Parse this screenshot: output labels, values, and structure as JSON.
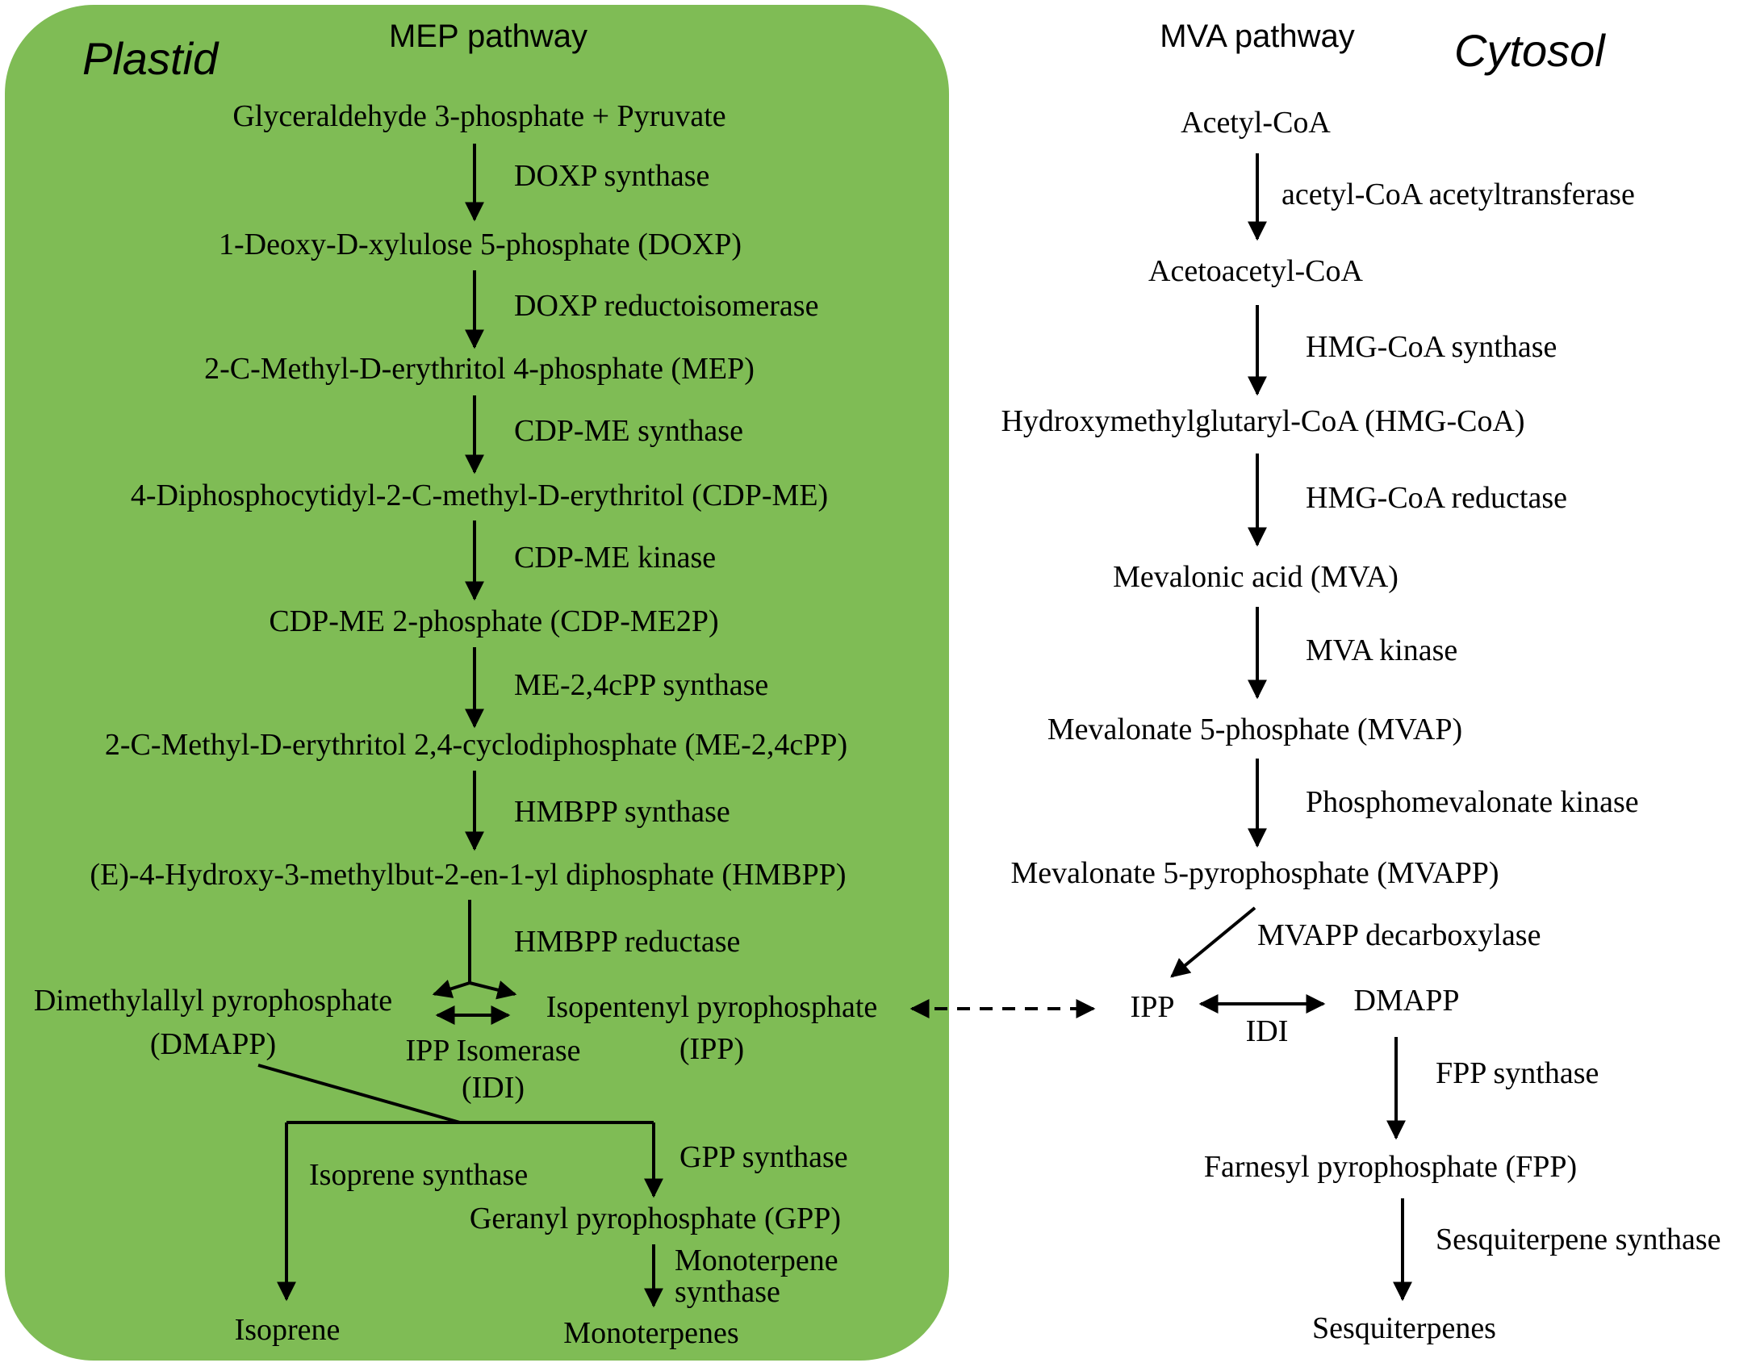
{
  "colors": {
    "plastid_fill": "#7fbc55",
    "ink": "#000000"
  },
  "compartments": {
    "plastid": "Plastid",
    "cytosol": "Cytosol"
  },
  "pathways": {
    "mep": "MEP pathway",
    "mva": "MVA pathway"
  },
  "mep": {
    "g3p_pyruvate": "Glyceraldehyde 3-phosphate + Pyruvate",
    "doxp_synthase": "DOXP synthase",
    "doxp": "1-Deoxy-D-xylulose 5-phosphate (DOXP)",
    "doxp_reductoisomerase": "DOXP reductoisomerase",
    "mep": "2-C-Methyl-D-erythritol 4-phosphate (MEP)",
    "cdpme_synthase": "CDP-ME synthase",
    "cdpme": "4-Diphosphocytidyl-2-C-methyl-D-erythritol (CDP-ME)",
    "cdpme_kinase": "CDP-ME kinase",
    "cdpme2p": "CDP-ME 2-phosphate (CDP-ME2P)",
    "mecpp_synthase": "ME-2,4cPP synthase",
    "mecpp": "2-C-Methyl-D-erythritol 2,4-cyclodiphosphate (ME-2,4cPP)",
    "hmbpp_synthase": "HMBPP synthase",
    "hmbpp": "(E)-4-Hydroxy-3-methylbut-2-en-1-yl diphosphate (HMBPP)",
    "hmbpp_reductase": "HMBPP reductase",
    "dmapp_name": "Dimethylallyl pyrophosphate",
    "dmapp_abbr": "(DMAPP)",
    "ipp_name": "Isopentenyl pyrophosphate",
    "ipp_abbr": "(IPP)",
    "idi_name": "IPP Isomerase",
    "idi_abbr": "(IDI)",
    "isoprene_synthase": "Isoprene synthase",
    "gpp_synthase": "GPP synthase",
    "gpp": "Geranyl pyrophosphate (GPP)",
    "monoterpene_synthase_1": "Monoterpene",
    "monoterpene_synthase_2": "synthase",
    "isoprene": "Isoprene",
    "monoterpenes": "Monoterpenes"
  },
  "mva": {
    "acetyl_coa": "Acetyl-CoA",
    "acat": "acetyl-CoA acetyltransferase",
    "acetoacetyl_coa": "Acetoacetyl-CoA",
    "hmgcoa_synthase": "HMG-CoA synthase",
    "hmgcoa": "Hydroxymethylglutaryl-CoA (HMG-CoA)",
    "hmgcoa_reductase": "HMG-CoA reductase",
    "mva": "Mevalonic acid (MVA)",
    "mva_kinase": "MVA kinase",
    "mvap": "Mevalonate 5-phosphate (MVAP)",
    "pmk": "Phosphomevalonate kinase",
    "mvapp": "Mevalonate 5-pyrophosphate (MVAPP)",
    "mvapp_decarboxylase": "MVAPP decarboxylase",
    "ipp": "IPP",
    "dmapp": "DMAPP",
    "idi": "IDI",
    "fpp_synthase": "FPP synthase",
    "fpp": "Farnesyl pyrophosphate (FPP)",
    "sesquiterpene_synthase": "Sesquiterpene synthase",
    "sesquiterpenes": "Sesquiterpenes"
  }
}
